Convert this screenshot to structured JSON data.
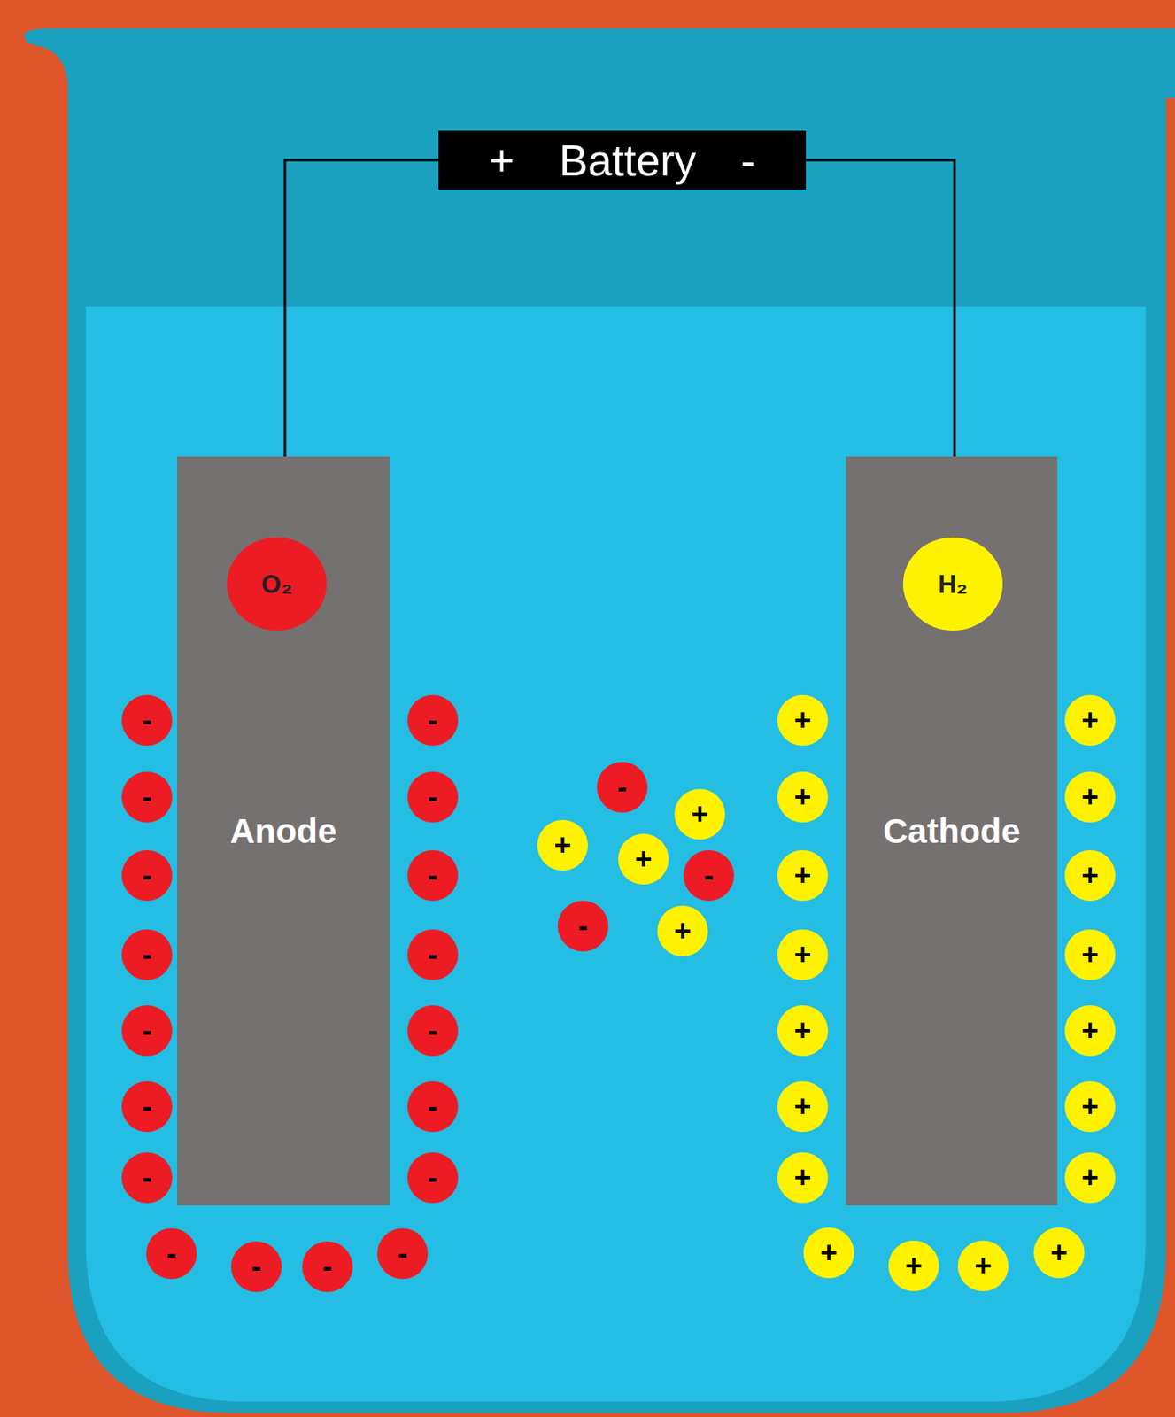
{
  "diagram": {
    "nodes": [
      {
        "text": [
          "+ Battery -"
        ]
      },
      {
        "text": [
          "Anode"
        ]
      },
      {
        "text": [
          "O₂"
        ],
        "in": 1
      },
      {
        "text": [
          "Cathode"
        ]
      },
      {
        "text": [
          "H₂"
        ],
        "in": 3
      },
      {
        "text": [
          "-"
        ]
      },
      {
        "text": [
          "-"
        ]
      },
      {
        "text": [
          "-"
        ]
      },
      {
        "text": [
          "-"
        ]
      },
      {
        "text": [
          "-"
        ]
      },
      {
        "text": [
          "-"
        ]
      },
      {
        "text": [
          "-"
        ]
      },
      {
        "text": [
          "-"
        ]
      },
      {
        "text": [
          "-"
        ]
      },
      {
        "text": [
          "-"
        ]
      },
      {
        "text": [
          "-"
        ]
      },
      {
        "text": [
          "-"
        ]
      },
      {
        "text": [
          "-"
        ]
      },
      {
        "text": [
          "-"
        ]
      },
      {
        "text": [
          "-"
        ]
      },
      {
        "text": [
          "-"
        ]
      },
      {
        "text": [
          "-"
        ]
      },
      {
        "text": [
          "-"
        ]
      },
      {
        "text": [
          "-"
        ]
      },
      {
        "text": [
          "+"
        ]
      },
      {
        "text": [
          "+"
        ]
      },
      {
        "text": [
          "+"
        ]
      },
      {
        "text": [
          "-"
        ]
      },
      {
        "text": [
          "-"
        ]
      },
      {
        "text": [
          "+"
        ]
      },
      {
        "text": [
          "+"
        ]
      },
      {
        "text": [
          "+"
        ]
      },
      {
        "text": [
          "+"
        ]
      },
      {
        "text": [
          "+"
        ]
      },
      {
        "text": [
          "+"
        ]
      },
      {
        "text": [
          "+"
        ]
      },
      {
        "text": [
          "+"
        ]
      },
      {
        "text": [
          "+"
        ]
      },
      {
        "text": [
          "+"
        ]
      },
      {
        "text": [
          "+"
        ]
      },
      {
        "text": [
          "+"
        ]
      },
      {
        "text": [
          "+"
        ]
      },
      {
        "text": [
          "+"
        ]
      },
      {
        "text": [
          "+"
        ]
      },
      {
        "text": [
          "+"
        ]
      },
      {
        "text": [
          "+"
        ]
      },
      {
        "text": [
          "+"
        ]
      },
      {
        "text": [
          "+"
        ]
      }
    ],
    "edges": [
      {
        "from": 0,
        "to": 1,
        "arrow": "none"
      },
      {
        "from": 0,
        "to": 3,
        "arrow": "none"
      }
    ]
  }
}
